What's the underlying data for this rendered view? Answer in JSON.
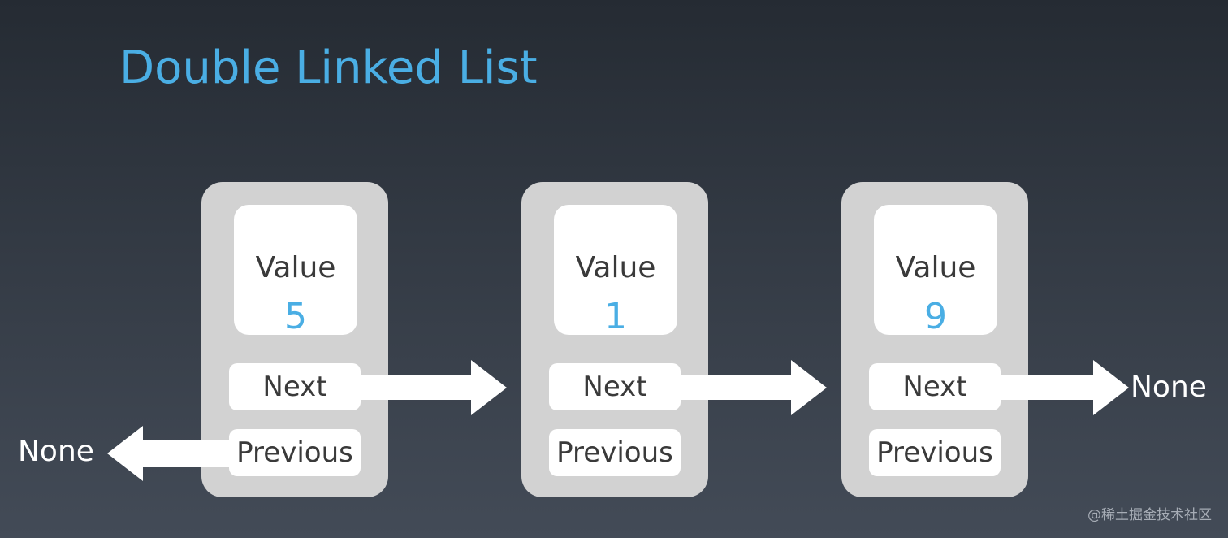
{
  "title": "Double Linked List",
  "nodes": [
    {
      "value_label": "Value",
      "value": "5",
      "next_label": "Next",
      "previous_label": "Previous"
    },
    {
      "value_label": "Value",
      "value": "1",
      "next_label": "Next",
      "previous_label": "Previous"
    },
    {
      "value_label": "Value",
      "value": "9",
      "next_label": "Next",
      "previous_label": "Previous"
    }
  ],
  "null_labels": {
    "next_end": "None",
    "previous_end": "None"
  },
  "watermark": "@稀土掘金技术社区",
  "colors": {
    "accent": "#4aaee4",
    "node_fill": "#d2d2d2",
    "field_fill": "#ffffff",
    "arrow": "#ffffff"
  }
}
